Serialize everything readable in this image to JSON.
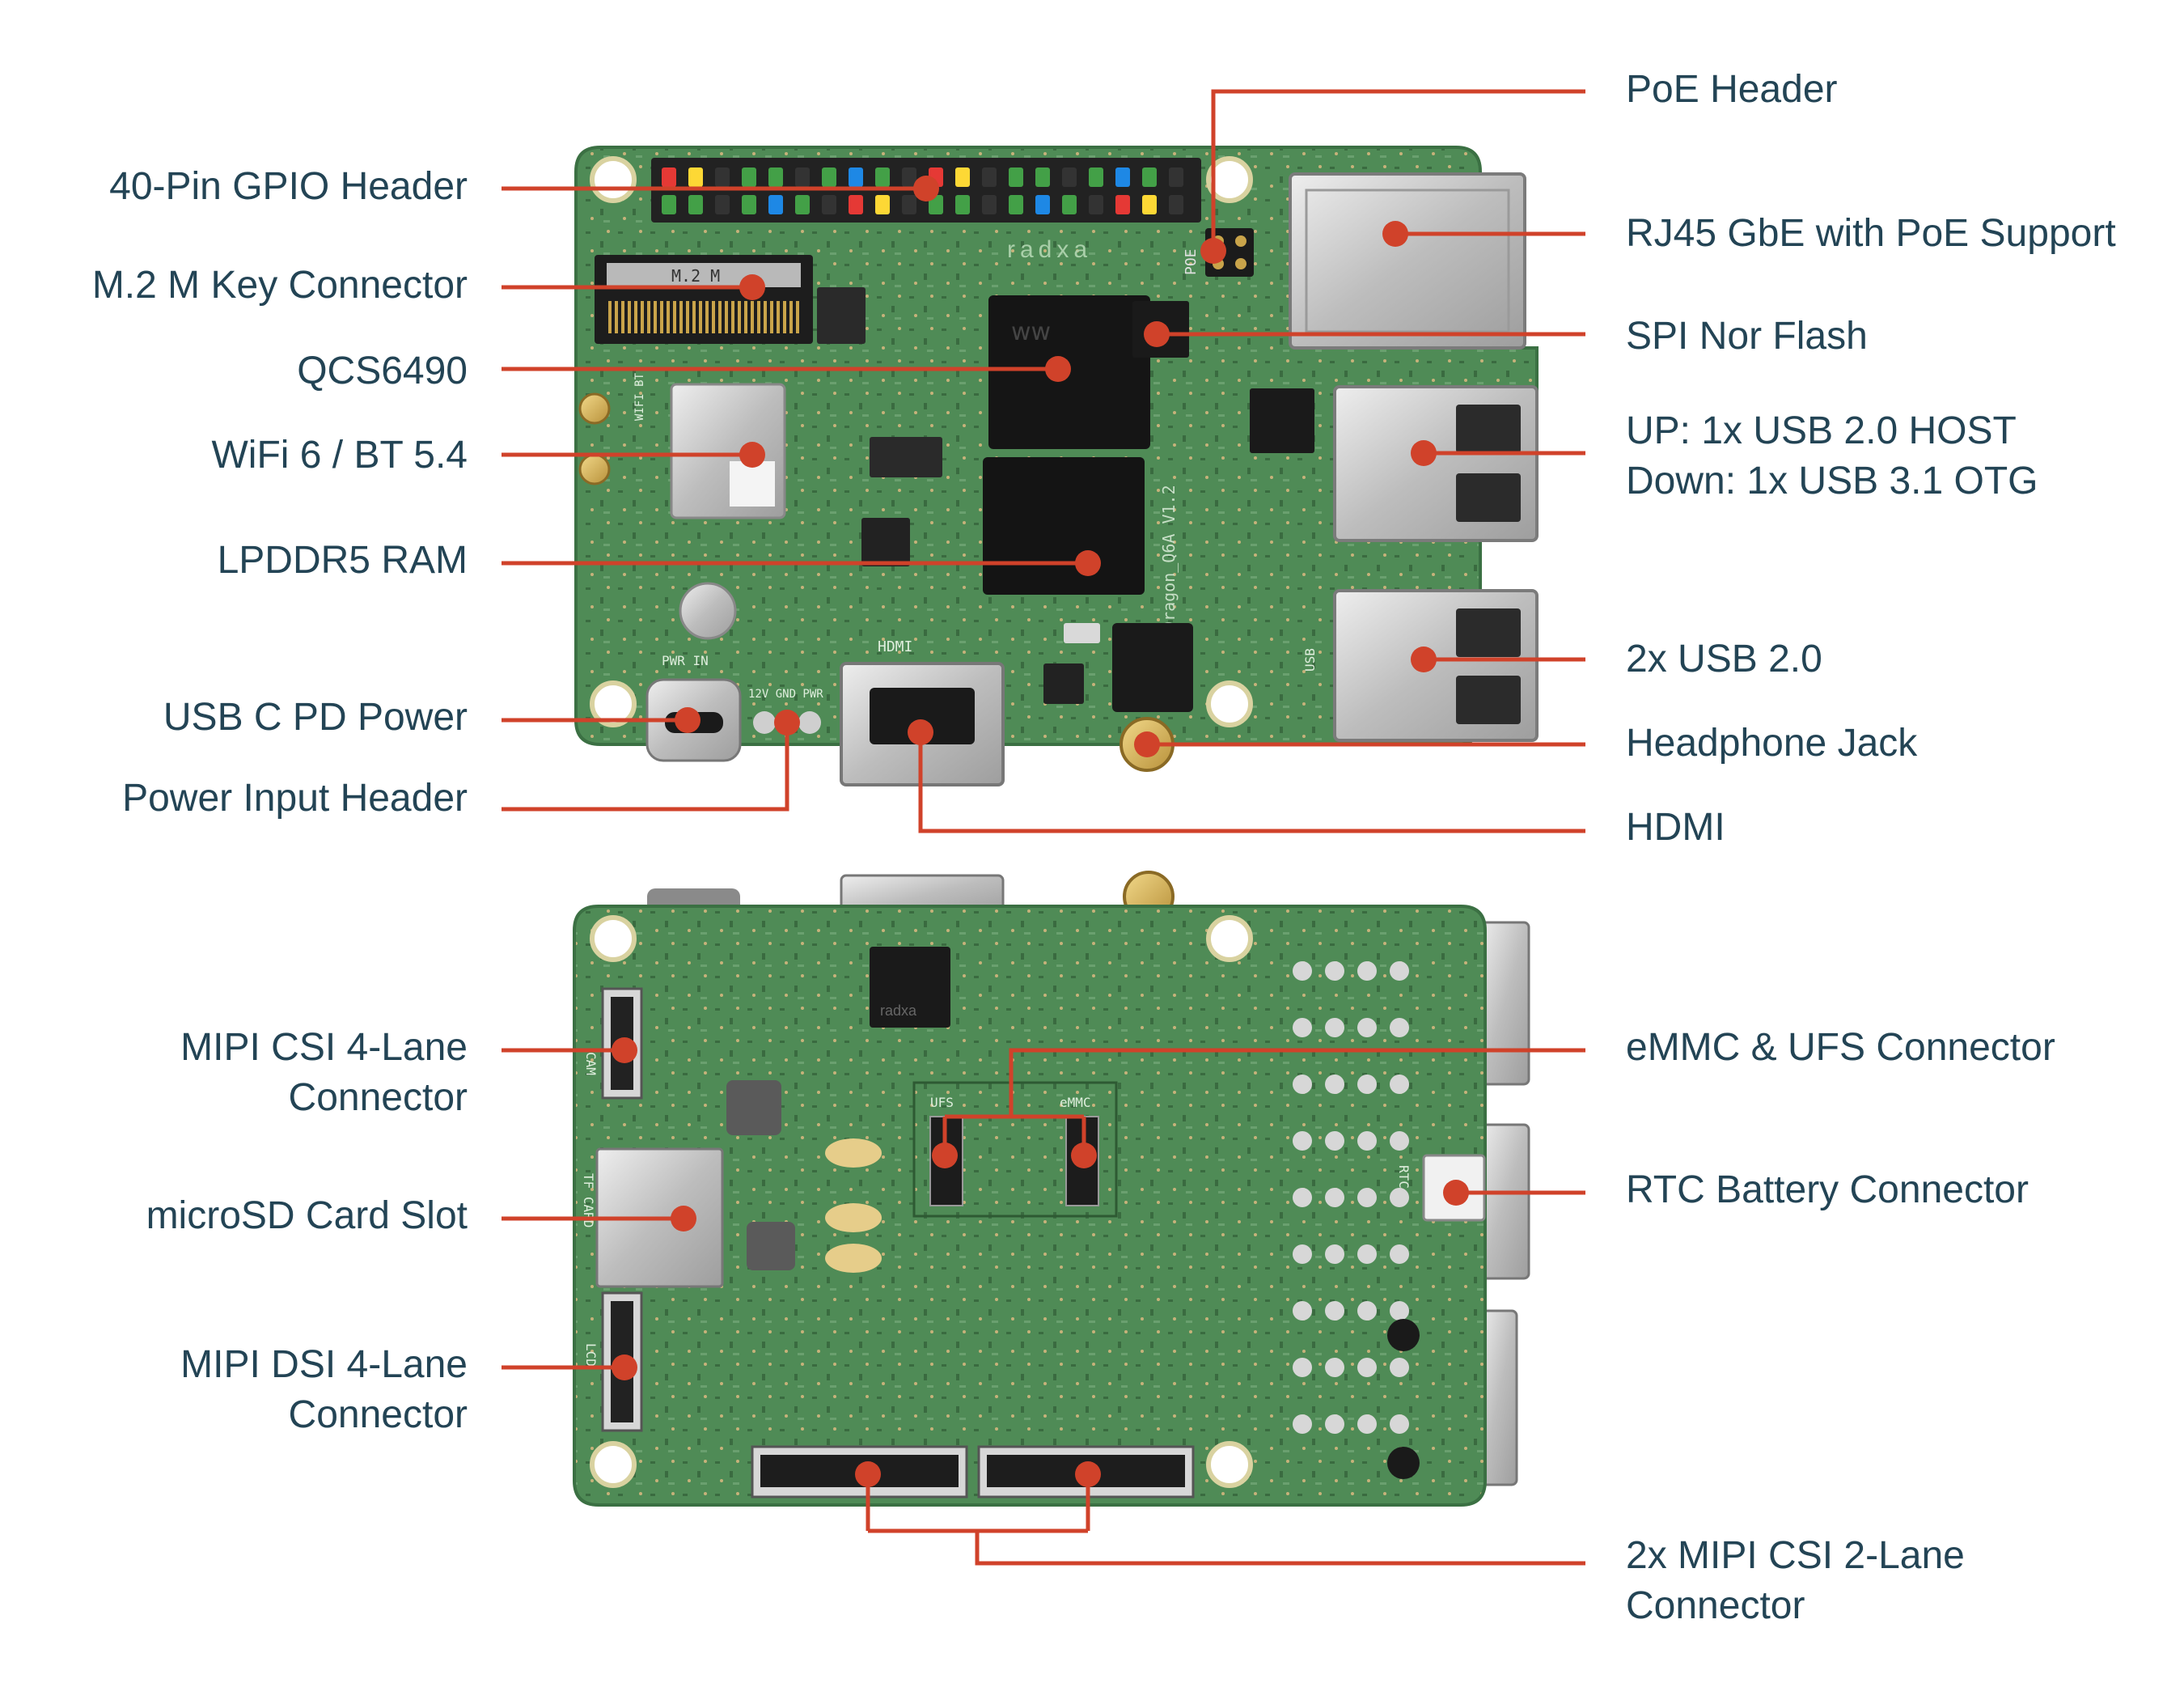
{
  "colors": {
    "leader": "#d0422a",
    "label_text": "#234455",
    "pcb": "#4e8a55",
    "pcb_dark": "#3b7043",
    "metal": "#c9c9c9",
    "chip": "#1a1a1a"
  },
  "board_top": {
    "silk_brand": "radxa",
    "silk_model": "Dragon_Q6A V1.2",
    "silk_poe": "POE",
    "silk_hdmi": "HDMI",
    "silk_pwr_in": "PWR IN",
    "silk_pwr_pins": "12V GND PWR",
    "silk_wifi": "WIFI BT",
    "silk_usb": "USB",
    "silk_m2": "M.2 M"
  },
  "board_bottom": {
    "silk_ufs": "UFS",
    "silk_emmc": "eMMC",
    "silk_tf": "TF CARD",
    "silk_cam": "CAM",
    "silk_lcd": "LCD",
    "silk_rtc": "RTC",
    "silk_brand": "radxa"
  },
  "labels": {
    "gpio": "40-Pin GPIO Header",
    "m2": "M.2 M Key Connector",
    "qcs": "QCS6490",
    "wifi": "WiFi 6 / BT 5.4",
    "lpddr": "LPDDR5 RAM",
    "usbc": "USB C PD Power",
    "pwr_hdr": "Power Input Header",
    "poe": "PoE Header",
    "rj45": "RJ45 GbE with PoE Support",
    "spi": "SPI Nor Flash",
    "usb_up": "UP: 1x USB 2.0 HOST",
    "usb_down": "Down: 1x USB 3.1 OTG",
    "usb2": "2x USB 2.0",
    "headphone": "Headphone Jack",
    "hdmi": "HDMI",
    "csi4_l1": "MIPI CSI 4-Lane",
    "csi4_l2": "Connector",
    "microsd": "microSD Card Slot",
    "dsi_l1": "MIPI DSI 4-Lane",
    "dsi_l2": "Connector",
    "emmc": "eMMC & UFS Connector",
    "rtc": "RTC Battery Connector",
    "csi2_l1": "2x MIPI CSI 2-Lane",
    "csi2_l2": "Connector"
  }
}
